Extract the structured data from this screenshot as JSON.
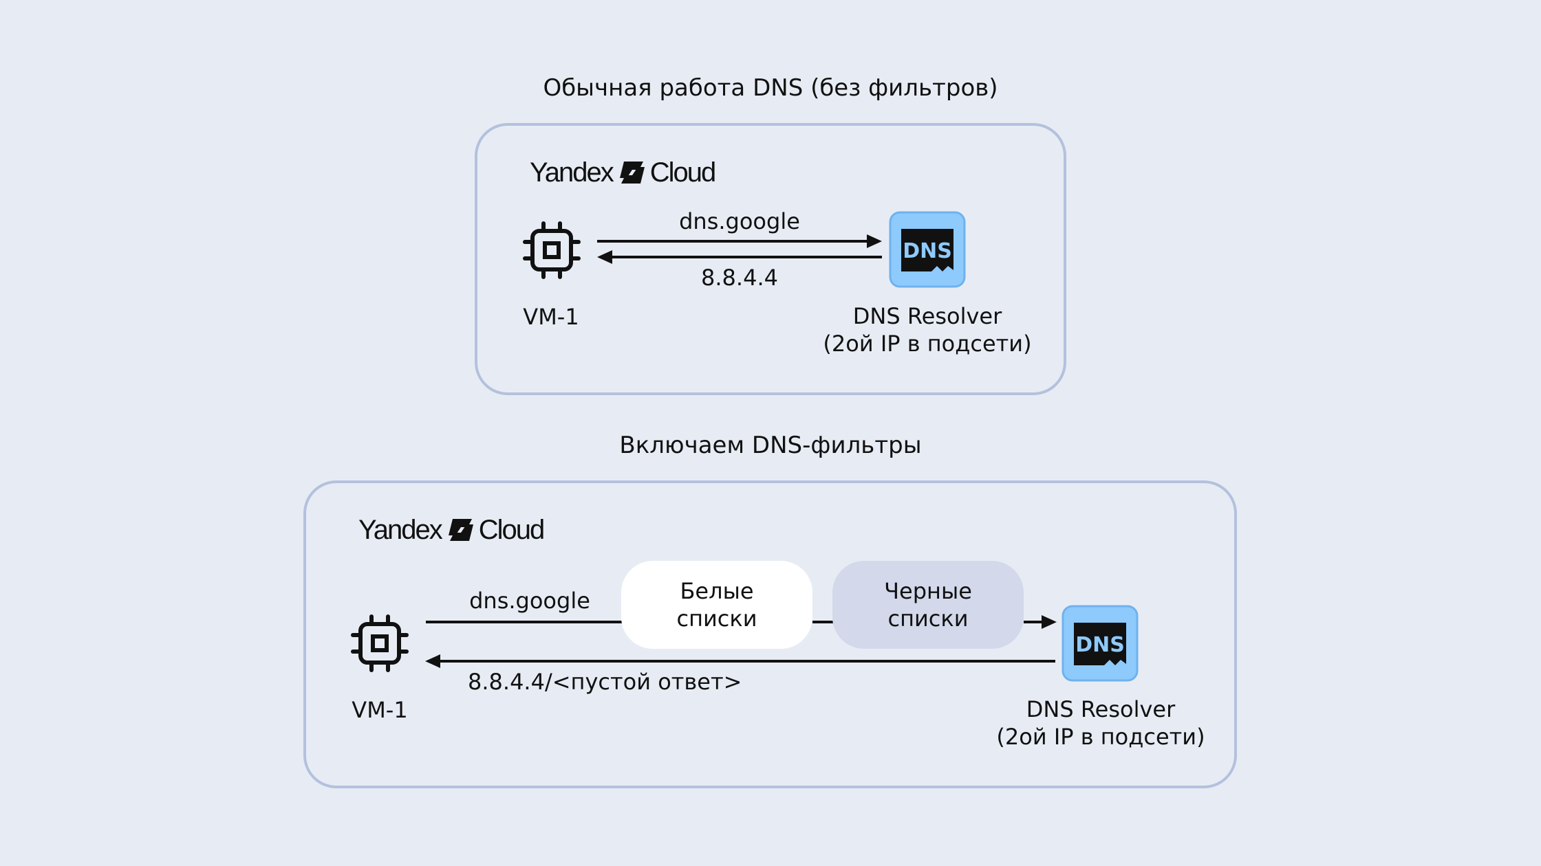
{
  "colors": {
    "background": "#e7ecf4",
    "panel_border": "#b4c1dd",
    "dns_icon_fill": "#8ecafc",
    "whitelist_fill": "#ffffff",
    "blacklist_fill": "#d3d9eb"
  },
  "top": {
    "title": "Обычная работа DNS (без фильтров)",
    "logo": {
      "word1": "Yandex",
      "word2": "Cloud"
    },
    "vm_label": "VM-1",
    "vm_icon": "cpu-chip-icon",
    "request_label": "dns.google",
    "response_label": "8.8.4.4",
    "dns_icon": "dns-badge-icon",
    "dns_icon_text": "DNS",
    "resolver_line1": "DNS Resolver",
    "resolver_line2": "(2ой IP в подсети)"
  },
  "bottom": {
    "title": "Включаем DNS-фильтры",
    "logo": {
      "word1": "Yandex",
      "word2": "Cloud"
    },
    "vm_label": "VM-1",
    "vm_icon": "cpu-chip-icon",
    "request_label": "dns.google",
    "whitelist_line1": "Белые",
    "whitelist_line2": "списки",
    "blacklist_line1": "Черные",
    "blacklist_line2": "списки",
    "response_label": "8.8.4.4/<пустой ответ>",
    "dns_icon": "dns-badge-icon",
    "dns_icon_text": "DNS",
    "resolver_line1": "DNS Resolver",
    "resolver_line2": "(2ой IP в подсети)"
  }
}
